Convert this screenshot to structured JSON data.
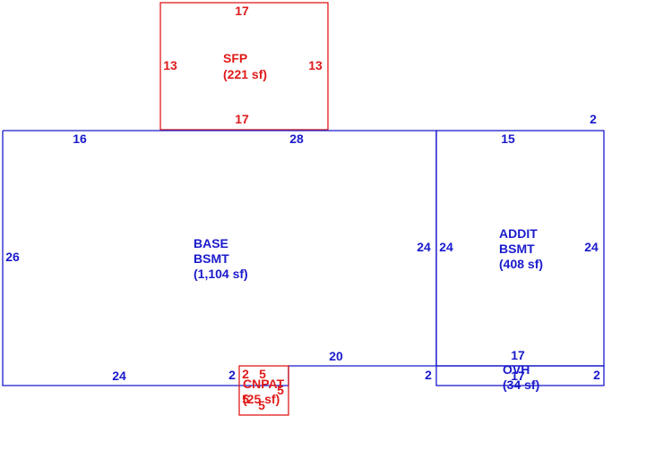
{
  "colors": {
    "main": "#1a1acc",
    "accent": "#e01a1a"
  },
  "areas": {
    "sfp": {
      "line1": "SFP",
      "line2": "(221 sf)"
    },
    "base": {
      "line1": "BASE",
      "line2": "BSMT",
      "line3": "(1,104 sf)"
    },
    "addit": {
      "line1": "ADDIT",
      "line2": "BSMT",
      "line3": "(408 sf)"
    },
    "ovh": {
      "line1": "OVH",
      "line2": "(34 sf)"
    },
    "cnpat": {
      "line1": "CNPAT",
      "line2": "(25 sf)"
    }
  },
  "dimensions": {
    "sfp": {
      "top": "17",
      "left": "13",
      "right": "13",
      "bottom": "17"
    },
    "base": {
      "top_left": "16",
      "top_mid": "28",
      "left": "26",
      "right": "24",
      "bottom_left": "24",
      "step_2a": "2",
      "notch_20": "20",
      "step_2b": "2"
    },
    "addit": {
      "corner": "2",
      "top": "15",
      "left": "24",
      "right": "24",
      "bottom": "17"
    },
    "ovh": {
      "right": "2",
      "mid": "17"
    },
    "cnpat": {
      "top_2": "2",
      "top_5": "5",
      "right_5": "5",
      "bottom_5": "5",
      "left_5": "5"
    }
  }
}
